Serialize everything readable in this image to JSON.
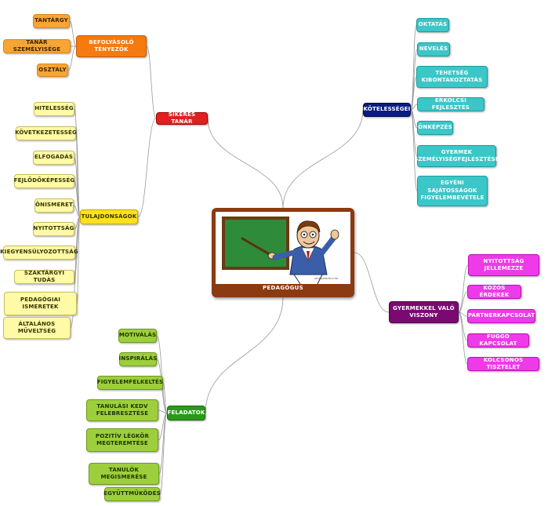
{
  "center": {
    "label": "PEDAGÓGUS",
    "credit": "phillipmartin.info"
  },
  "branches": {
    "sikeres_tanar": "SIKERES TANÁR",
    "befolyasolo": "BEFOLYÁSOLÓ\nTÉNYEZŐK",
    "tulajdonsagok": "TULAJDONSÁGOK",
    "feladatok": "FELADATOK",
    "kotelessegei": "KÖTELESSÉGEI",
    "gyermekkel": "GYERMEKKEL VALÓ\nVISZONY"
  },
  "befolyasolo_items": [
    "TANTÁRGY",
    "TANÁR SZEMÉLYISÉGE",
    "OSZTÁLY"
  ],
  "tulajdonsagok_items": [
    "HITELESSÉG",
    "KÖVETKEZETESSÉG",
    "ELFOGADÁS",
    "FEJLŐDŐKÉPESSÉG",
    "ÖNISMERET",
    "NYITOTTSÁG",
    "KIEGYENSÚLYOZOTTSÁG",
    "SZAKTÁRGYI TUDÁS",
    "PEDAGÓGIAI\nISMERETEK",
    "ÁLTALÁNOS\nMŰVELTSÉG"
  ],
  "feladatok_items": [
    "MOTIVÁLÁS",
    "INSPIRÁLÁS",
    "FIGYELEMFELKELTÉS",
    "TANULÁSI KEDV\nFELEBRESZTÉSE",
    "POZITÍV LÉGKÖR\nMEGTEREMTÉSE",
    "TANULÓK\nMEGISMERÉSE",
    "EGYÜTTMŰKÖDÉS"
  ],
  "kotelessegei_items": [
    "OKTATÁS",
    "NEVELÉS",
    "TEHETSÉG\nKIBONTAKOZTATÁS",
    "ERKÖLCSI FEJLESZTÉS",
    "ÖNKÉPZÉS",
    "GYERMEK\nSZEMÉLYISÉGFEJLESZTÉSE",
    "EGYÉNI\nSAJÁTOSSÁGOK\nFIGYELEMBEVÉTELE"
  ],
  "gyermekkel_items": [
    "NYITOTTSÁG\nJELLEMEZZE",
    "KÖZÖS ÉRDEKEK",
    "PARTNERKAPCSOLAT",
    "FÜGGŐ KAPCSOLAT",
    "KÖLCSÖNÖS TISZTELET"
  ]
}
